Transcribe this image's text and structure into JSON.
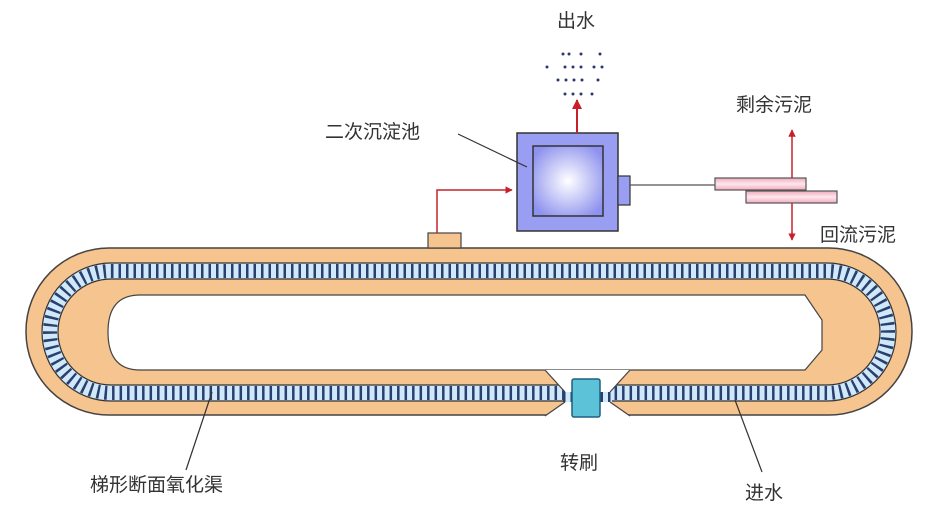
{
  "title": "Oxidation ditch process diagram",
  "labels": {
    "effluent": "出水",
    "secondary_clarifier": "二次沉淀池",
    "excess_sludge": "剩余污泥",
    "return_sludge": "回流污泥",
    "ditch": "梯形断面氧化渠",
    "rotor_brush": "转刷",
    "influent": "进水"
  },
  "colors": {
    "channel": "#f6c48e",
    "water": "#cfe9fa",
    "stripe": "#2a3f6e",
    "clarifier": "#9a9ef2",
    "arrow": "#c8202a",
    "sludge_bar": "#f4b8c8",
    "brush": "#5bc2d8"
  }
}
